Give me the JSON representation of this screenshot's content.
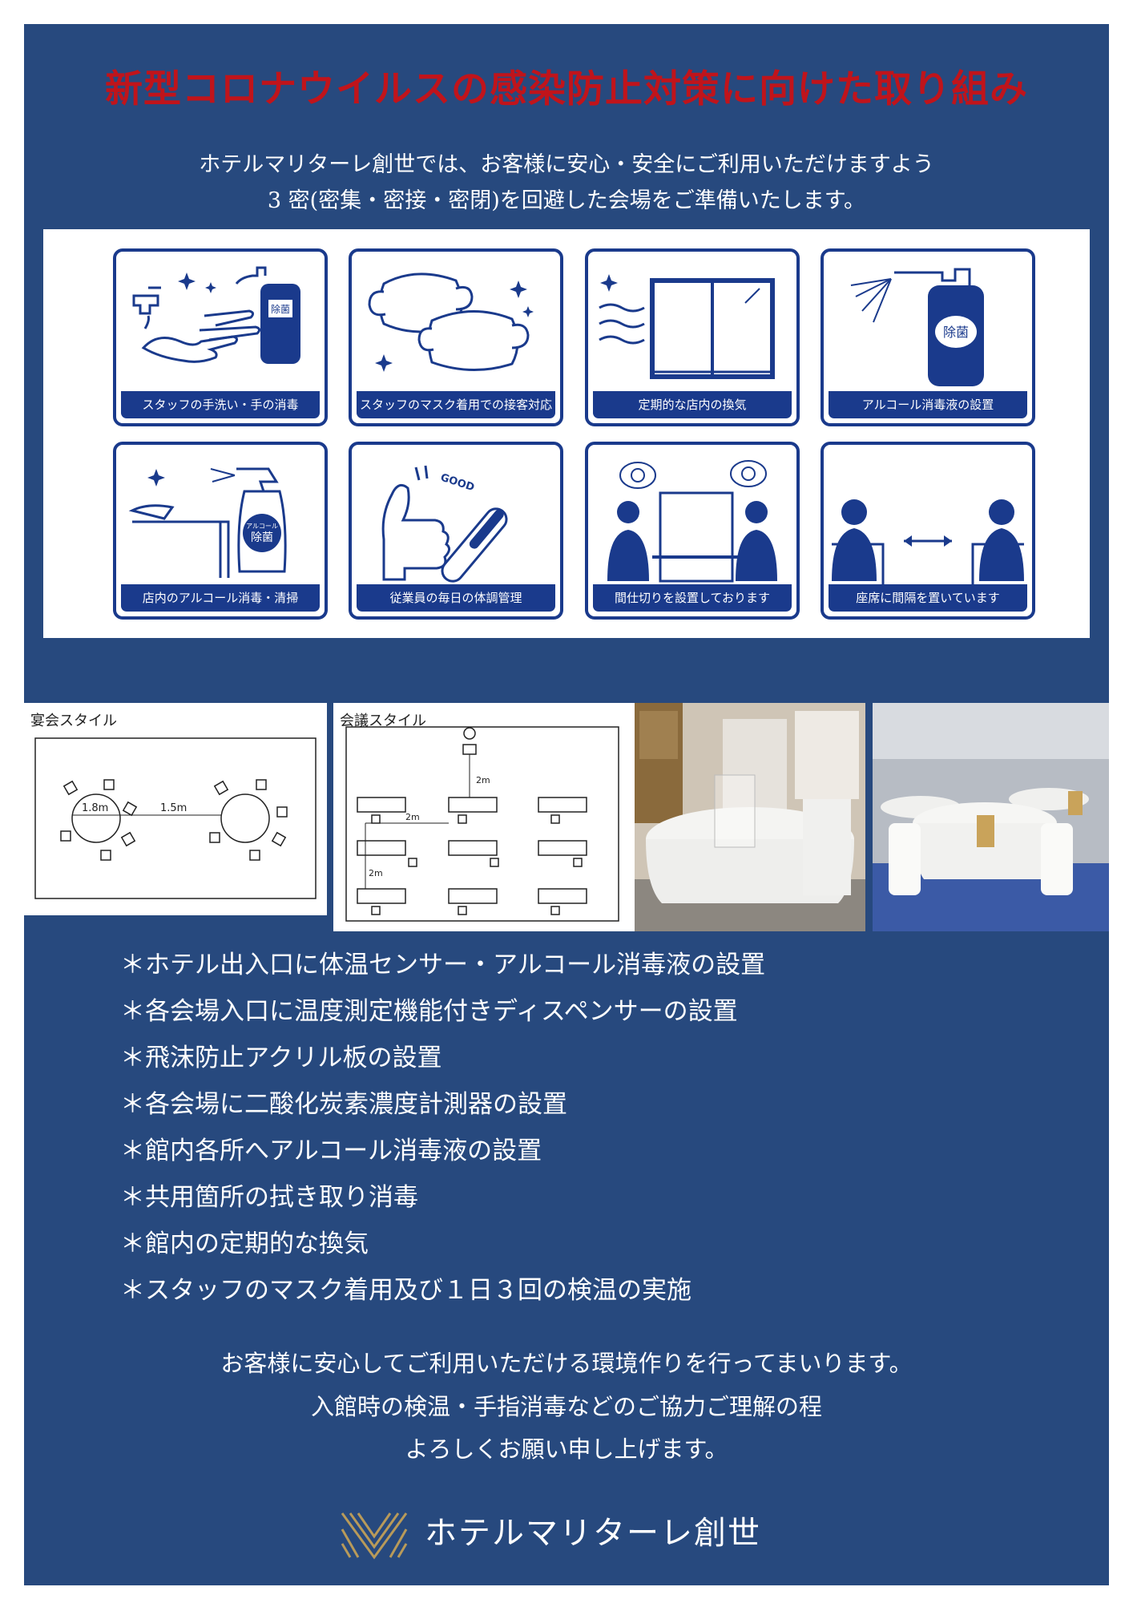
{
  "title": "新型コロナウイルスの感染防止対策に向けた取り組み",
  "intro": [
    "ホテルマリターレ創世では、お客様に安心・安全にご利用いただけますよう",
    "3 密(密集・密接・密閉)を回避した会場をご準備いたします。"
  ],
  "icon_cards": [
    {
      "label": "スタッフの手洗い・手の消毒",
      "icon": "handwashing-icon",
      "bottle_text": "除菌"
    },
    {
      "label": "スタッフのマスク着用での接客対応",
      "icon": "mask-icon"
    },
    {
      "label": "定期的な店内の換気",
      "icon": "window-ventilation-icon"
    },
    {
      "label": "アルコール消毒液の設置",
      "icon": "sanitizer-bottle-icon",
      "bottle_text": "除菌"
    },
    {
      "label": "店内のアルコール消毒・清掃",
      "icon": "spray-cleaning-icon",
      "bottle_text": "除菌",
      "bottle_small": "アルコール"
    },
    {
      "label": "従業員の毎日の体調管理",
      "icon": "thumbs-up-thermometer-icon",
      "bubble": "GOOD"
    },
    {
      "label": "間仕切りを設置しております",
      "icon": "partition-icon"
    },
    {
      "label": "座席に間隔を置いています",
      "icon": "distance-seating-icon"
    }
  ],
  "layouts": {
    "banquet": {
      "title": "宴会スタイル",
      "distance_a": "1.8m",
      "distance_b": "1.5m"
    },
    "meeting": {
      "title": "会議スタイル",
      "distance_a": "2m",
      "distance_b": "2m",
      "distance_c": "2m"
    }
  },
  "measures": [
    "＊ホテル出入口に体温センサー・アルコール消毒液の設置",
    "＊各会場入口に温度測定機能付きディスペンサーの設置",
    "＊飛沫防止アクリル板の設置",
    "＊各会場に二酸化炭素濃度計測器の設置",
    "＊館内各所へアルコール消毒液の設置",
    "＊共用箇所の拭き取り消毒",
    "＊館内の定期的な換気",
    "＊スタッフのマスク着用及び１日３回の検温の実施"
  ],
  "closing": [
    "お客様に安心してご利用いただける環境作りを行ってまいります。",
    "入館時の検温・手指消毒などのご協力ご理解の程",
    "よろしくお願い申し上げます。"
  ],
  "hotel_name": "ホテルマリターレ創世",
  "colors": {
    "background": "#27497e",
    "title": "#c0141b",
    "icon_blue": "#1a3a8c",
    "logo_gold": "#b89a5a"
  }
}
